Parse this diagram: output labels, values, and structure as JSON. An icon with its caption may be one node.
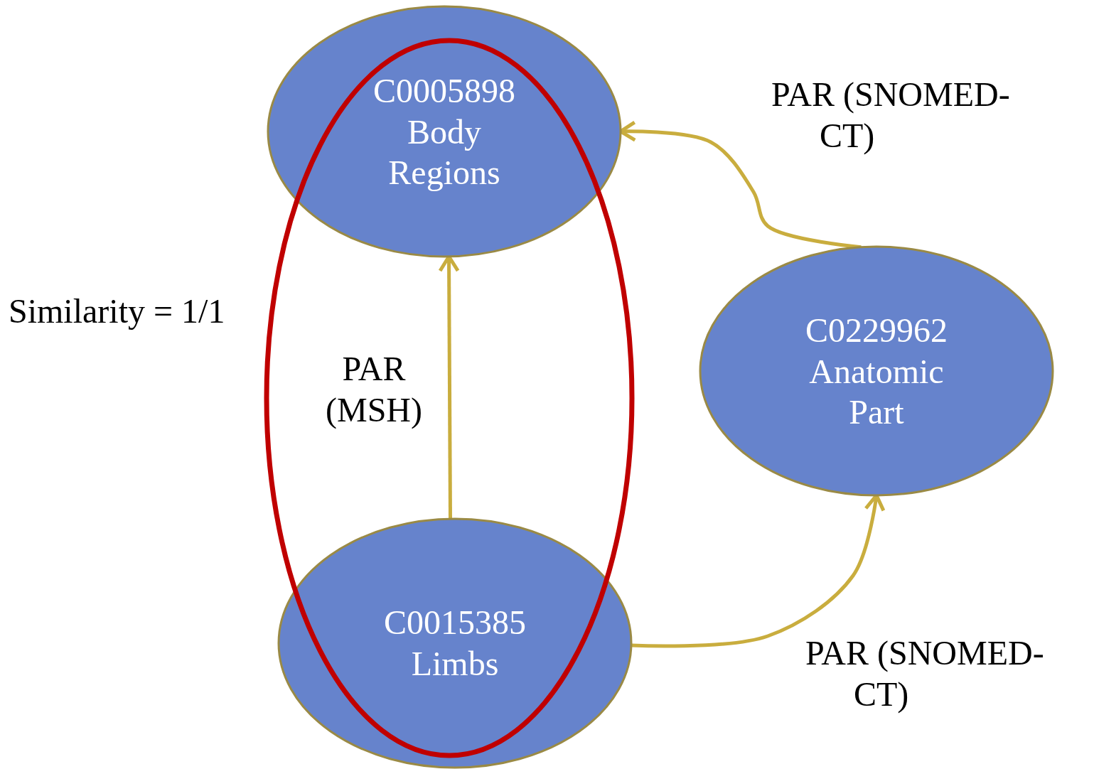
{
  "diagram": {
    "nodes": [
      {
        "text": [
          "C0005898 Body Regions"
        ]
      },
      {
        "text": [
          "C0229962 Anatomic Part"
        ]
      },
      {
        "text": [
          "C0015385 Limbs"
        ]
      }
    ],
    "edges": [
      {
        "from": 2,
        "to": 0,
        "arrow": "to",
        "label": "PAR (MSH)"
      },
      {
        "from": 2,
        "to": 1,
        "arrow": "to",
        "label": "PAR (SNOMED-CT)"
      },
      {
        "from": 1,
        "to": 0,
        "arrow": "to",
        "label": "PAR (SNOMED-CT)"
      }
    ],
    "labels": [
      "Similarity = 1/1"
    ]
  }
}
